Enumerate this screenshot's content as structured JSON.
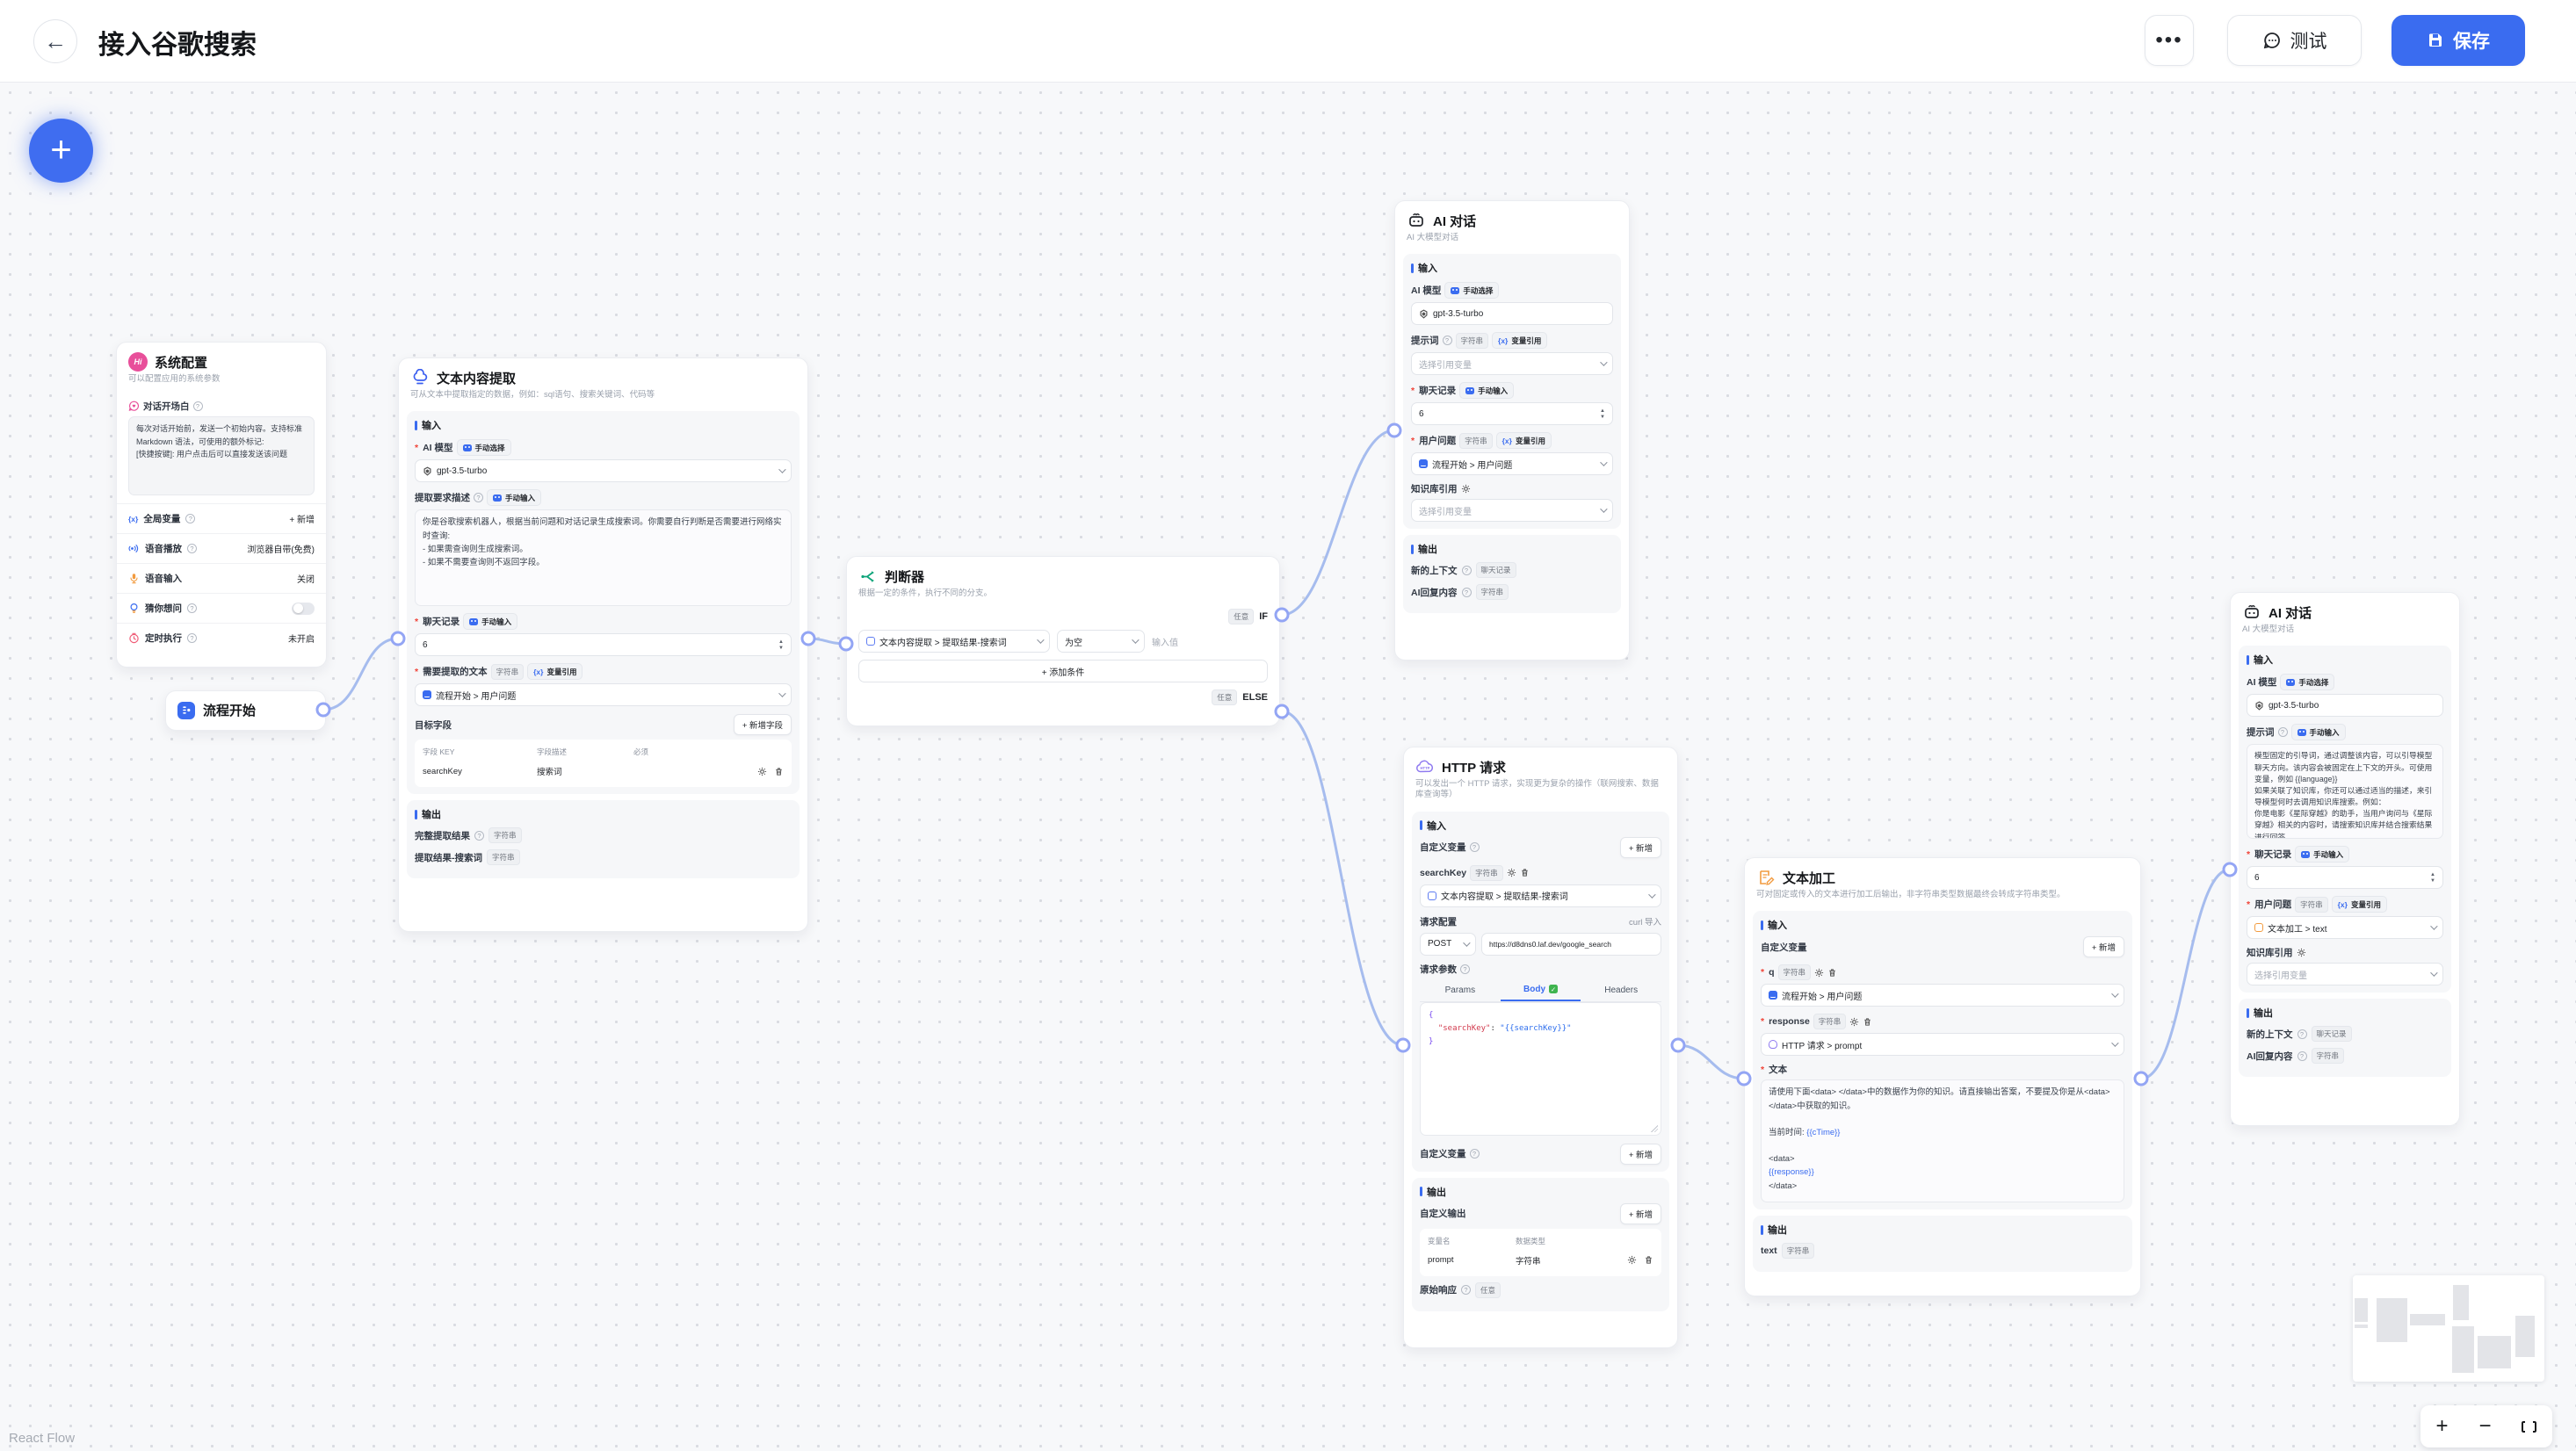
{
  "header": {
    "title": "接入谷歌搜索",
    "more_label": "•••",
    "test_label": "测试",
    "save_label": "保存"
  },
  "canvas": {
    "attribution": "React Flow"
  },
  "controls": {
    "zoom_in": "+",
    "zoom_out": "−"
  },
  "badges": {
    "string": "字符串",
    "any": "任意",
    "chat": "聊天记录",
    "manual_select": "手动选择",
    "manual_input": "手动输入",
    "var_ref": "变量引用",
    "var_ref_icon": "{x}"
  },
  "common": {
    "input": "输入",
    "output": "输出",
    "add": "+ 新增",
    "select_ph": "选择引用变量"
  },
  "nodes": {
    "system_config": {
      "title": "系统配置",
      "icon_text": "Hi",
      "subtitle": "可以配置应用的系统参数",
      "opening_label": "对话开场白",
      "opening_placeholder": "每次对话开始前，发送一个初始内容。支持标准\nMarkdown 语法，可使用的额外标记:\n[快捷按键]: 用户点击后可以直接发送该问题",
      "rows": [
        {
          "label": "全局变量",
          "value": "+ 新增"
        },
        {
          "label": "语音播放",
          "value": "浏览器自带(免费)"
        },
        {
          "label": "语音输入",
          "value": "关闭"
        },
        {
          "label": "猜你想问",
          "value": ""
        },
        {
          "label": "定时执行",
          "value": "未开启"
        }
      ]
    },
    "flow_start": {
      "title": "流程开始"
    },
    "text_extract": {
      "title": "文本内容提取",
      "subtitle": "可从文本中提取指定的数据，例如：sql语句、搜索关键词、代码等",
      "ai_model_label": "AI 模型",
      "model": "gpt-3.5-turbo",
      "desc_label": "提取要求描述",
      "desc_text": "你是谷歌搜索机器人，根据当前问题和对话记录生成搜索词。你需要自行判断是否需要进行网络实时查询:\n- 如果需查询则生成搜索词。\n- 如果不需要查询则不返回字段。",
      "chat_label": "聊天记录",
      "chat_value": "6",
      "target_label": "需要提取的文本",
      "target_value": "流程开始 > 用户问题",
      "fields_label": "目标字段",
      "add_field": "+ 新增字段",
      "table": {
        "h1": "字段 KEY",
        "h2": "字段描述",
        "h3": "必须",
        "row_key": "searchKey",
        "row_desc": "搜索词"
      },
      "out1": "完整提取结果",
      "out2": "提取结果-搜索词"
    },
    "classifier": {
      "title": "判断器",
      "subtitle": "根据一定的条件，执行不同的分支。",
      "if_label": "IF",
      "else_label": "ELSE",
      "cond_left": "文本内容提取 > 提取结果-搜索词",
      "cond_op": "为空",
      "cond_value_ph": "输入值",
      "add_condition": "+ 添加条件"
    },
    "ai_chat_top": {
      "title": "AI 对话",
      "subtitle": "AI 大模型对话",
      "ai_model_label": "AI 模型",
      "model": "gpt-3.5-turbo",
      "prompt_label": "提示词",
      "chat_label": "聊天记录",
      "chat_value": "6",
      "uq_label": "用户问题",
      "uq_value": "流程开始 > 用户问题",
      "kb_label": "知识库引用",
      "out_ctx": "新的上下文",
      "out_reply": "AI回复内容"
    },
    "http_request": {
      "title": "HTTP 请求",
      "icon_text": "HTTP",
      "subtitle": "可以发出一个 HTTP 请求，实现更为复杂的操作（联网搜索、数据库查询等）",
      "custom_var_label": "自定义变量",
      "var_name": "searchKey",
      "var_value": "文本内容提取 > 提取结果-搜索词",
      "req_config_label": "请求配置",
      "curl_import": "curl 导入",
      "method": "POST",
      "url": "https://d8dns0.laf.dev/google_search",
      "req_params_label": "请求参数",
      "tab1": "Params",
      "tab2": "Body",
      "tab3": "Headers",
      "code_key": "\"searchKey\"",
      "code_colon": ": ",
      "code_val": "\"{{searchKey}}\"",
      "custom_out_label": "自定义输出",
      "out_h1": "变量名",
      "out_h2": "数据类型",
      "out_name": "prompt",
      "out_type": "字符串",
      "raw_label": "原始响应"
    },
    "text_process": {
      "title": "文本加工",
      "subtitle": "可对固定或传入的文本进行加工后输出，非字符串类型数据最终会转成字符串类型。",
      "custom_var_label": "自定义变量",
      "var1_name": "q",
      "var1_value": "流程开始 > 用户问题",
      "var2_name": "response",
      "var2_value": "HTTP 请求 > prompt",
      "text_label": "文本",
      "text_value": "请使用下面<data> </data>中的数据作为你的知识。请直接输出答案，不要提及你是从<data> </data>中获取的知识。\n\n当前时间: {{cTime}}\n\n<data>\n{{response}}\n</data>",
      "out_name": "text"
    },
    "ai_chat_right": {
      "title": "AI 对话",
      "subtitle": "AI 大模型对话",
      "ai_model_label": "AI 模型",
      "model": "gpt-3.5-turbo",
      "prompt_label": "提示词",
      "prompt_placeholder": "模型固定的引导词，通过调整该内容，可以引导模型聊天方向。该内容会被固定在上下文的开头。可使用变量，例如 {{language}}\n如果关联了知识库，你还可以通过适当的描述，来引导模型何时去调用知识库搜索。例如：\n你是电影《星际穿越》的助手，当用户询问与《星际穿越》相关的内容时，请搜索知识库并结合搜索结果进行回答。",
      "chat_label": "聊天记录",
      "chat_value": "6",
      "uq_label": "用户问题",
      "uq_value": "文本加工 > text",
      "kb_label": "知识库引用",
      "out_ctx": "新的上下文",
      "out_reply": "AI回复内容"
    }
  }
}
